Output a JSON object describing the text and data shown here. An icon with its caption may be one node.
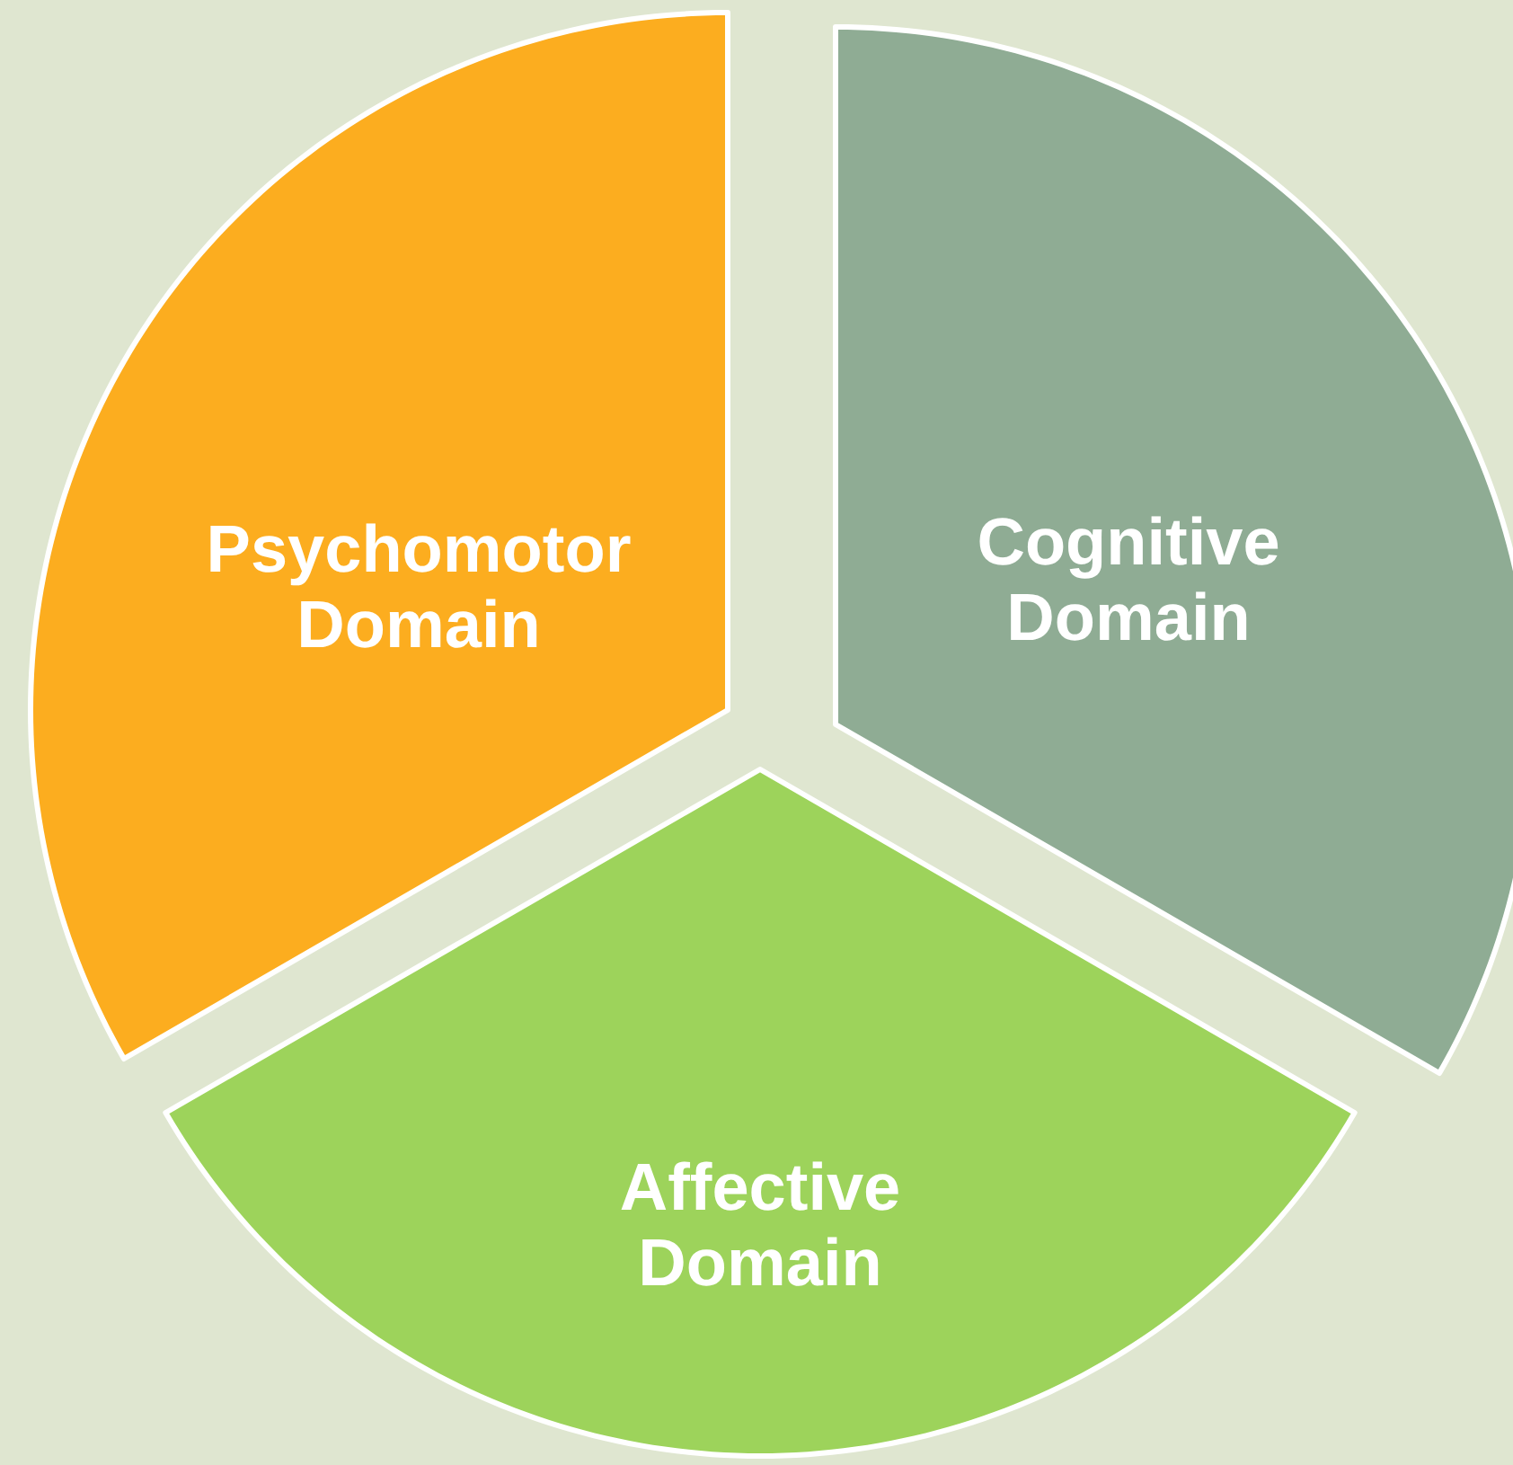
{
  "diagram": {
    "nodes": [
      {
        "text": [
          "Psychomotor Domain"
        ]
      },
      {
        "text": [
          "Cognitive Domain"
        ]
      },
      {
        "text": [
          "Affective Domain"
        ]
      }
    ]
  }
}
